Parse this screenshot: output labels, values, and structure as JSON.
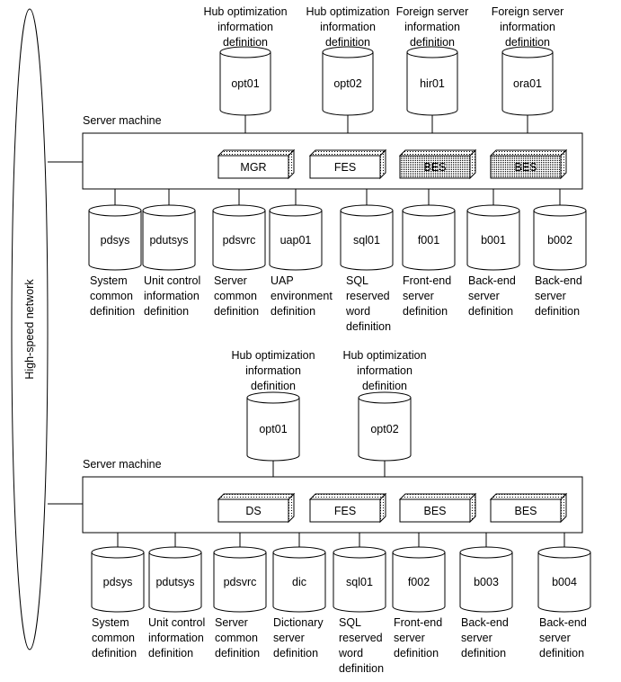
{
  "network": {
    "label": "High-speed network"
  },
  "machines": [
    {
      "label": "Server machine",
      "top_files": [
        {
          "name": "opt01",
          "caption": [
            "Hub optimization",
            "information",
            "definition"
          ]
        },
        {
          "name": "opt02",
          "caption": [
            "Hub optimization",
            "information",
            "definition"
          ]
        },
        {
          "name": "hir01",
          "caption": [
            "Foreign server",
            "information",
            "definition"
          ]
        },
        {
          "name": "ora01",
          "caption": [
            "Foreign server",
            "information",
            "definition"
          ]
        }
      ],
      "servers": [
        {
          "label": "MGR",
          "dense": false
        },
        {
          "label": "FES",
          "dense": false
        },
        {
          "label": "BES",
          "dense": true
        },
        {
          "label": "BES",
          "dense": true
        }
      ],
      "bottom_files": [
        {
          "name": "pdsys",
          "caption": [
            "System",
            "common",
            "definition"
          ]
        },
        {
          "name": "pdutsys",
          "caption": [
            "Unit control",
            "information",
            "definition"
          ]
        },
        {
          "name": "pdsvrc",
          "caption": [
            "Server",
            "common",
            "definition"
          ]
        },
        {
          "name": "uap01",
          "caption": [
            "UAP",
            "environment",
            "definition"
          ]
        },
        {
          "name": "sql01",
          "caption": [
            "SQL",
            "reserved",
            "word",
            "definition"
          ]
        },
        {
          "name": "f001",
          "caption": [
            "Front-end",
            "server",
            "definition"
          ]
        },
        {
          "name": "b001",
          "caption": [
            "Back-end",
            "server",
            "definition"
          ]
        },
        {
          "name": "b002",
          "caption": [
            "Back-end",
            "server",
            "definition"
          ]
        }
      ]
    },
    {
      "label": "Server machine",
      "top_files": [
        {
          "name": "opt01",
          "caption": [
            "Hub optimization",
            "information",
            "definition"
          ]
        },
        {
          "name": "opt02",
          "caption": [
            "Hub optimization",
            "information",
            "definition"
          ]
        }
      ],
      "servers": [
        {
          "label": "DS",
          "dense": false
        },
        {
          "label": "FES",
          "dense": false
        },
        {
          "label": "BES",
          "dense": false
        },
        {
          "label": "BES",
          "dense": false
        }
      ],
      "bottom_files": [
        {
          "name": "pdsys",
          "caption": [
            "System",
            "common",
            "definition"
          ]
        },
        {
          "name": "pdutsys",
          "caption": [
            "Unit control",
            "information",
            "definition"
          ]
        },
        {
          "name": "pdsvrc",
          "caption": [
            "Server",
            "common",
            "definition"
          ]
        },
        {
          "name": "dic",
          "caption": [
            "Dictionary",
            "server",
            "definition"
          ]
        },
        {
          "name": "sql01",
          "caption": [
            "SQL",
            "reserved",
            "word",
            "definition"
          ]
        },
        {
          "name": "f002",
          "caption": [
            "Front-end",
            "server",
            "definition"
          ]
        },
        {
          "name": "b003",
          "caption": [
            "Back-end",
            "server",
            "definition"
          ]
        },
        {
          "name": "b004",
          "caption": [
            "Back-end",
            "server",
            "definition"
          ]
        }
      ]
    }
  ]
}
